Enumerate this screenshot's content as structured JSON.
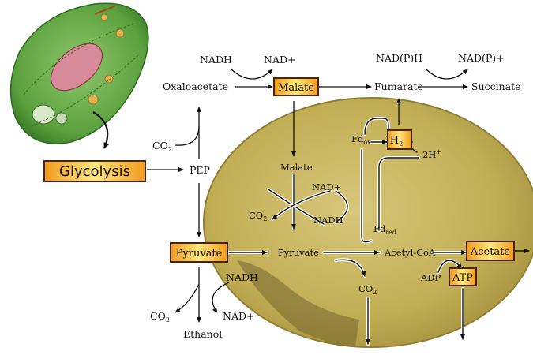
{
  "labels": {
    "nadh_top": "NADH",
    "nad_plus_top": "NAD+",
    "nadph": "NAD(P)H",
    "nadp_plus": "NAD(P)+",
    "oxaloacetate": "Oxaloacetate",
    "malate_box": "Malate",
    "fumarate": "Fumarate",
    "succinate": "Succinate",
    "co2_left": "CO",
    "co2_left_sub": "2",
    "pep": "PEP",
    "glycolysis": "Glycolysis",
    "fd_ox": "Fd",
    "fd_ox_sub": "ox",
    "h2": "H",
    "h2_sub": "2",
    "two_h_plus": "2H",
    "two_h_plus_sup": "+",
    "malate_inner": "Malate",
    "nad_plus_inner": "NAD+",
    "co2_inner": "CO",
    "co2_inner_sub": "2",
    "nadh_inner": "NADH",
    "fd_red": "Fd",
    "fd_red_sub": "red",
    "pyruvate_box": "Pyruvate",
    "pyruvate_inner": "Pyruvate",
    "acetyl_coa": "Acetyl-CoA",
    "acetate_box": "Acetate",
    "adp": "ADP",
    "atp_box": "ATP",
    "co2_bottom": "CO",
    "co2_bottom_sub": "2",
    "nadh_bottom": "NADH",
    "co2_bottom_left": "CO",
    "co2_bottom_left_sub": "2",
    "nad_plus_bottom": "NAD+",
    "ethanol": "Ethanol"
  },
  "colors": {
    "box_orange": "#f0a020",
    "box_yellow": "#fde77a",
    "box_border": "#5a2a10",
    "hydrogenosome_fill": "#c8b560",
    "hydrogenosome_edge": "#9a8a3a",
    "cell_green": "#6bb04a"
  }
}
